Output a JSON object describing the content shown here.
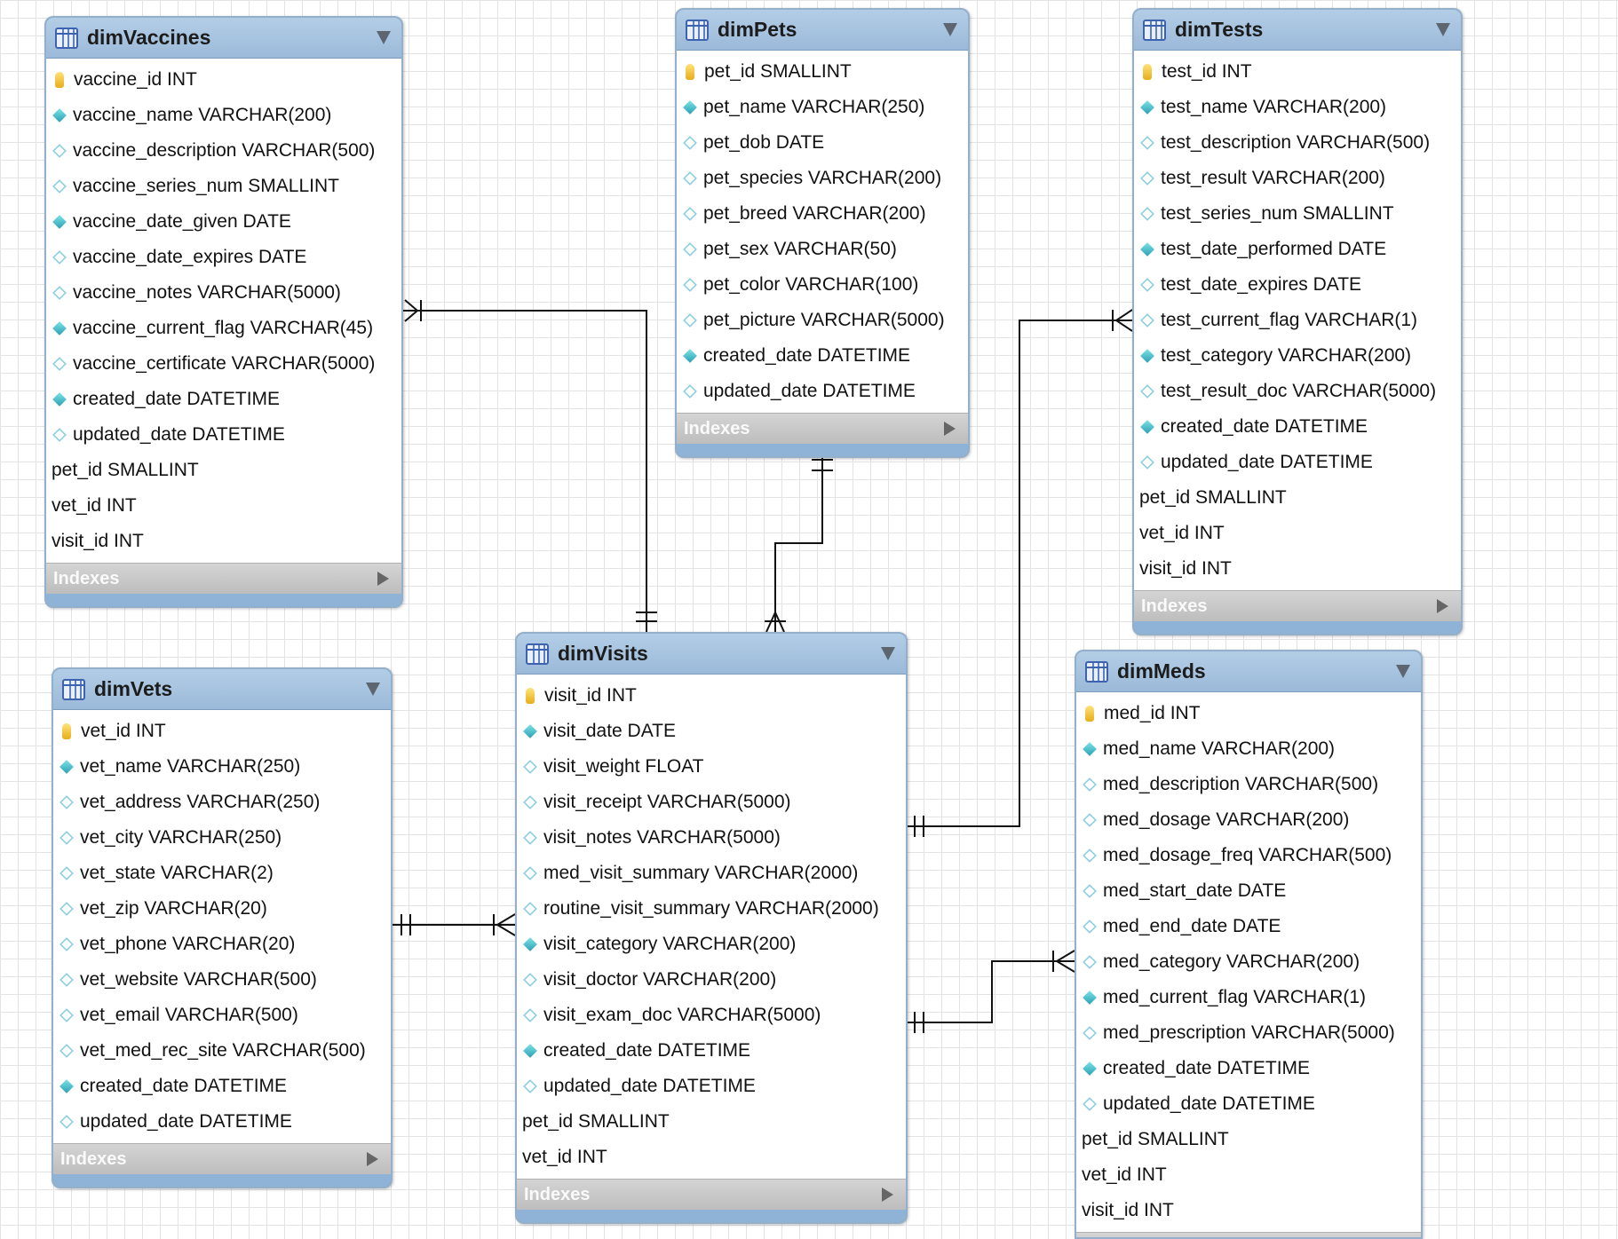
{
  "tables": [
    {
      "id": "vaccines",
      "title": "dimVaccines",
      "columns": [
        {
          "name": "vaccine_id INT",
          "marker": "key-icon"
        },
        {
          "name": "vaccine_name VARCHAR(200)",
          "marker": "filled-diamond-icon"
        },
        {
          "name": "vaccine_description VARCHAR(500)",
          "marker": "empty-diamond-icon"
        },
        {
          "name": "vaccine_series_num SMALLINT",
          "marker": "empty-diamond-icon"
        },
        {
          "name": "vaccine_date_given DATE",
          "marker": "filled-diamond-icon"
        },
        {
          "name": "vaccine_date_expires DATE",
          "marker": "empty-diamond-icon"
        },
        {
          "name": "vaccine_notes VARCHAR(5000)",
          "marker": "empty-diamond-icon"
        },
        {
          "name": "vaccine_current_flag VARCHAR(45)",
          "marker": "filled-diamond-icon"
        },
        {
          "name": "vaccine_certificate VARCHAR(5000)",
          "marker": "empty-diamond-icon"
        },
        {
          "name": "created_date DATETIME",
          "marker": "filled-diamond-icon"
        },
        {
          "name": "updated_date DATETIME",
          "marker": "empty-diamond-icon"
        },
        {
          "name": "pet_id SMALLINT",
          "marker": "none"
        },
        {
          "name": "vet_id INT",
          "marker": "none"
        },
        {
          "name": "visit_id INT",
          "marker": "none"
        }
      ],
      "indexes_label": "Indexes"
    },
    {
      "id": "pets",
      "title": "dimPets",
      "columns": [
        {
          "name": "pet_id SMALLINT",
          "marker": "key-icon"
        },
        {
          "name": "pet_name VARCHAR(250)",
          "marker": "filled-diamond-icon"
        },
        {
          "name": "pet_dob DATE",
          "marker": "empty-diamond-icon"
        },
        {
          "name": "pet_species VARCHAR(200)",
          "marker": "empty-diamond-icon"
        },
        {
          "name": "pet_breed VARCHAR(200)",
          "marker": "empty-diamond-icon"
        },
        {
          "name": "pet_sex VARCHAR(50)",
          "marker": "empty-diamond-icon"
        },
        {
          "name": "pet_color VARCHAR(100)",
          "marker": "empty-diamond-icon"
        },
        {
          "name": "pet_picture VARCHAR(5000)",
          "marker": "empty-diamond-icon"
        },
        {
          "name": "created_date DATETIME",
          "marker": "filled-diamond-icon"
        },
        {
          "name": "updated_date DATETIME",
          "marker": "empty-diamond-icon"
        }
      ],
      "indexes_label": "Indexes"
    },
    {
      "id": "tests",
      "title": "dimTests",
      "columns": [
        {
          "name": "test_id INT",
          "marker": "key-icon"
        },
        {
          "name": "test_name VARCHAR(200)",
          "marker": "filled-diamond-icon"
        },
        {
          "name": "test_description VARCHAR(500)",
          "marker": "empty-diamond-icon"
        },
        {
          "name": "test_result VARCHAR(200)",
          "marker": "empty-diamond-icon"
        },
        {
          "name": "test_series_num SMALLINT",
          "marker": "empty-diamond-icon"
        },
        {
          "name": "test_date_performed DATE",
          "marker": "filled-diamond-icon"
        },
        {
          "name": "test_date_expires DATE",
          "marker": "empty-diamond-icon"
        },
        {
          "name": "test_current_flag VARCHAR(1)",
          "marker": "empty-diamond-icon"
        },
        {
          "name": "test_category VARCHAR(200)",
          "marker": "filled-diamond-icon"
        },
        {
          "name": "test_result_doc VARCHAR(5000)",
          "marker": "empty-diamond-icon"
        },
        {
          "name": "created_date DATETIME",
          "marker": "filled-diamond-icon"
        },
        {
          "name": "updated_date DATETIME",
          "marker": "empty-diamond-icon"
        },
        {
          "name": "pet_id SMALLINT",
          "marker": "none"
        },
        {
          "name": "vet_id INT",
          "marker": "none"
        },
        {
          "name": "visit_id INT",
          "marker": "none"
        }
      ],
      "indexes_label": "Indexes"
    },
    {
      "id": "vets",
      "title": "dimVets",
      "columns": [
        {
          "name": "vet_id INT",
          "marker": "key-icon"
        },
        {
          "name": "vet_name VARCHAR(250)",
          "marker": "filled-diamond-icon"
        },
        {
          "name": "vet_address VARCHAR(250)",
          "marker": "empty-diamond-icon"
        },
        {
          "name": "vet_city VARCHAR(250)",
          "marker": "empty-diamond-icon"
        },
        {
          "name": "vet_state VARCHAR(2)",
          "marker": "empty-diamond-icon"
        },
        {
          "name": "vet_zip VARCHAR(20)",
          "marker": "empty-diamond-icon"
        },
        {
          "name": "vet_phone VARCHAR(20)",
          "marker": "empty-diamond-icon"
        },
        {
          "name": "vet_website VARCHAR(500)",
          "marker": "empty-diamond-icon"
        },
        {
          "name": "vet_email VARCHAR(500)",
          "marker": "empty-diamond-icon"
        },
        {
          "name": "vet_med_rec_site VARCHAR(500)",
          "marker": "empty-diamond-icon"
        },
        {
          "name": "created_date DATETIME",
          "marker": "filled-diamond-icon"
        },
        {
          "name": "updated_date DATETIME",
          "marker": "empty-diamond-icon"
        }
      ],
      "indexes_label": "Indexes"
    },
    {
      "id": "visits",
      "title": "dimVisits",
      "columns": [
        {
          "name": "visit_id INT",
          "marker": "key-icon"
        },
        {
          "name": "visit_date DATE",
          "marker": "filled-diamond-icon"
        },
        {
          "name": "visit_weight FLOAT",
          "marker": "empty-diamond-icon"
        },
        {
          "name": "visit_receipt VARCHAR(5000)",
          "marker": "empty-diamond-icon"
        },
        {
          "name": "visit_notes VARCHAR(5000)",
          "marker": "empty-diamond-icon"
        },
        {
          "name": "med_visit_summary VARCHAR(2000)",
          "marker": "empty-diamond-icon"
        },
        {
          "name": "routine_visit_summary VARCHAR(2000)",
          "marker": "empty-diamond-icon"
        },
        {
          "name": "visit_category VARCHAR(200)",
          "marker": "filled-diamond-icon"
        },
        {
          "name": "visit_doctor VARCHAR(200)",
          "marker": "empty-diamond-icon"
        },
        {
          "name": "visit_exam_doc VARCHAR(5000)",
          "marker": "empty-diamond-icon"
        },
        {
          "name": "created_date DATETIME",
          "marker": "filled-diamond-icon"
        },
        {
          "name": "updated_date DATETIME",
          "marker": "empty-diamond-icon"
        },
        {
          "name": "pet_id SMALLINT",
          "marker": "none"
        },
        {
          "name": "vet_id INT",
          "marker": "none"
        }
      ],
      "indexes_label": "Indexes"
    },
    {
      "id": "meds",
      "title": "dimMeds",
      "columns": [
        {
          "name": "med_id INT",
          "marker": "key-icon"
        },
        {
          "name": "med_name VARCHAR(200)",
          "marker": "filled-diamond-icon"
        },
        {
          "name": "med_description VARCHAR(500)",
          "marker": "empty-diamond-icon"
        },
        {
          "name": "med_dosage VARCHAR(200)",
          "marker": "empty-diamond-icon"
        },
        {
          "name": "med_dosage_freq VARCHAR(500)",
          "marker": "empty-diamond-icon"
        },
        {
          "name": "med_start_date DATE",
          "marker": "empty-diamond-icon"
        },
        {
          "name": "med_end_date DATE",
          "marker": "empty-diamond-icon"
        },
        {
          "name": "med_category VARCHAR(200)",
          "marker": "empty-diamond-icon"
        },
        {
          "name": "med_current_flag VARCHAR(1)",
          "marker": "filled-diamond-icon"
        },
        {
          "name": "med_prescription VARCHAR(5000)",
          "marker": "empty-diamond-icon"
        },
        {
          "name": "created_date DATETIME",
          "marker": "filled-diamond-icon"
        },
        {
          "name": "updated_date DATETIME",
          "marker": "empty-diamond-icon"
        },
        {
          "name": "pet_id SMALLINT",
          "marker": "none"
        },
        {
          "name": "vet_id INT",
          "marker": "none"
        },
        {
          "name": "visit_id INT",
          "marker": "none"
        }
      ],
      "indexes_label": ""
    }
  ],
  "relationships": [
    {
      "from": "dimVisits",
      "to": "dimVaccines",
      "from_cardinality": "one",
      "to_cardinality": "many"
    },
    {
      "from": "dimPets",
      "to": "dimVisits",
      "from_cardinality": "one",
      "to_cardinality": "many"
    },
    {
      "from": "dimVisits",
      "to": "dimTests",
      "from_cardinality": "one",
      "to_cardinality": "many"
    },
    {
      "from": "dimVets",
      "to": "dimVisits",
      "from_cardinality": "one",
      "to_cardinality": "many"
    },
    {
      "from": "dimVisits",
      "to": "dimMeds",
      "from_cardinality": "one",
      "to_cardinality": "many"
    }
  ],
  "colors": {
    "header": "#9bbad9",
    "border": "#93afca",
    "indexes_bar": "#c8c8c8",
    "connector": "#111111",
    "key": "#e7ad1a",
    "diamond": "#2ba0b5"
  }
}
